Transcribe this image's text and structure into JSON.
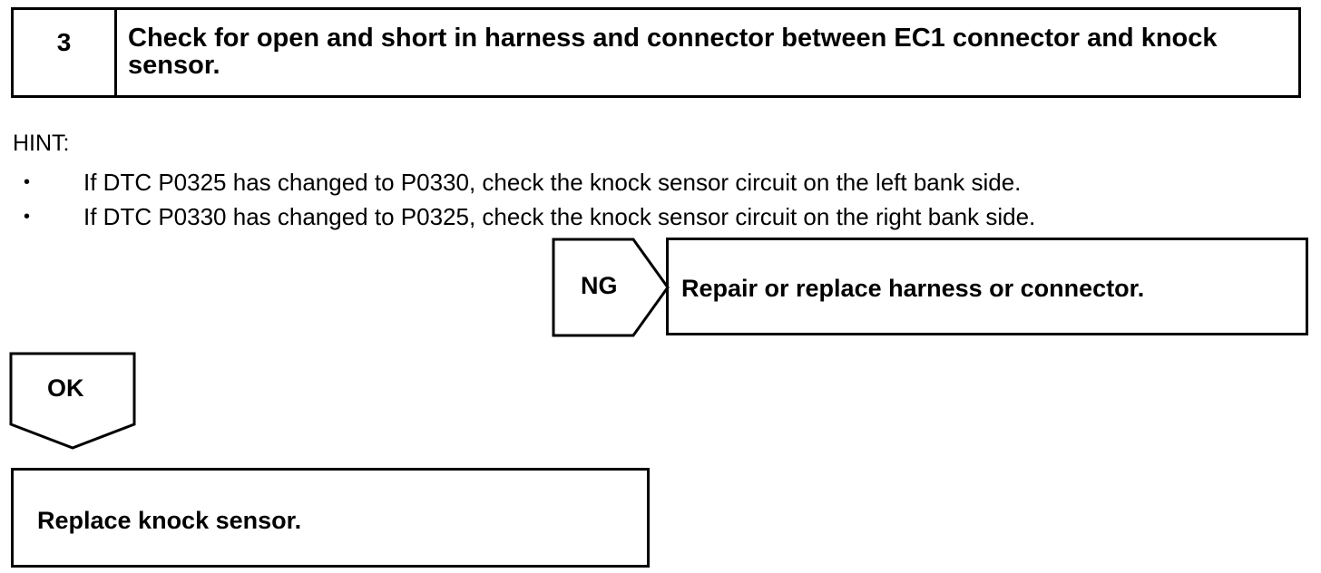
{
  "step": {
    "number": "3",
    "title": "Check for open and short in harness and connector between EC1 connector and knock sensor."
  },
  "hint": {
    "label": "HINT:",
    "bullet_glyph": "•",
    "items": [
      "If DTC P0325 has changed to P0330, check the knock sensor circuit on the left bank side.",
      "If DTC P0330 has changed to P0325, check the knock sensor circuit on the right bank side."
    ]
  },
  "ng_branch": {
    "label": "NG",
    "action": "Repair or replace harness or connector."
  },
  "ok_branch": {
    "label": "OK",
    "action": "Replace knock sensor."
  }
}
